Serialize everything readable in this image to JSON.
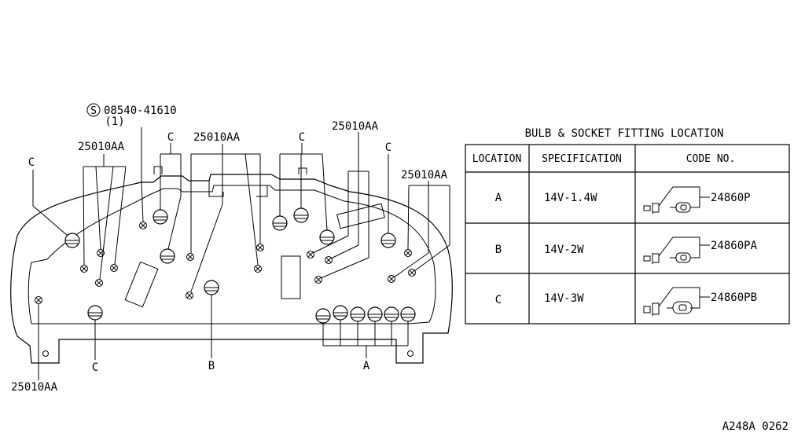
{
  "diagram": {
    "part_codes": {
      "bolt": "08540-41610",
      "bolt_qty": "(1)",
      "bolt_prefix": "S",
      "screw": "25010AA"
    },
    "location_labels": {
      "a": "A",
      "b": "B",
      "c": "C"
    },
    "figure_id": "A248A 0262"
  },
  "table": {
    "title": "BULB & SOCKET FITTING LOCATION",
    "headers": [
      "LOCATION",
      "SPECIFICATION",
      "CODE NO."
    ],
    "rows": [
      {
        "location": "A",
        "spec": "14V-1.4W",
        "code": "24860P"
      },
      {
        "location": "B",
        "spec": "14V-2W",
        "code": "24860PA"
      },
      {
        "location": "C",
        "spec": "14V-3W",
        "code": "24860PB"
      }
    ]
  }
}
